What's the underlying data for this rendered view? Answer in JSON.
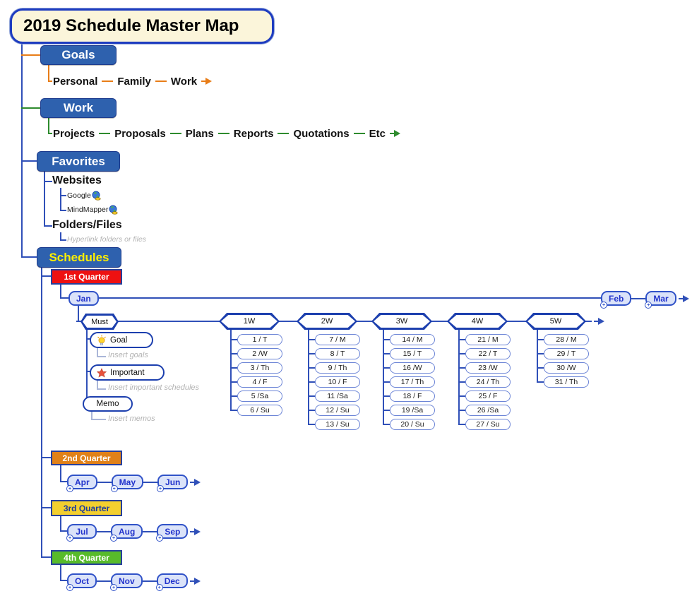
{
  "title": "2019 Schedule Master Map",
  "colors": {
    "branch_blue": "#2e61ae",
    "connector_blue": "#3050b8",
    "connector_orange": "#e87d18",
    "connector_green": "#2e8b2e",
    "month_fill": "#dbe3f9",
    "month_border": "#3052c8",
    "q1_red": "#ee1111",
    "q2_orange": "#e08119",
    "q3_yellow": "#f3cf2e",
    "q4_green": "#58bb2a",
    "title_fill": "#fbf5da",
    "schedules_text": "#ffef00"
  },
  "goals": {
    "label": "Goals",
    "children": [
      "Personal",
      "Family",
      "Work"
    ]
  },
  "work": {
    "label": "Work",
    "children": [
      "Projects",
      "Proposals",
      "Plans",
      "Reports",
      "Quotations",
      "Etc"
    ]
  },
  "favorites": {
    "label": "Favorites",
    "websites": {
      "label": "Websites",
      "links": [
        {
          "label": "Google",
          "icon": "globe-icon"
        },
        {
          "label": "MindMapper",
          "icon": "globe-icon"
        }
      ]
    },
    "folders": {
      "label": "Folders/Files",
      "hint": "Hyperlink folders or files"
    }
  },
  "schedules": {
    "label": "Schedules",
    "q1": {
      "label": "1st Quarter",
      "months": [
        "Jan",
        "Feb",
        "Mar"
      ],
      "must": {
        "label": "Must",
        "items": [
          {
            "label": "Goal",
            "icon": "lightbulb-icon",
            "hint": "Insert goals"
          },
          {
            "label": "Important",
            "icon": "star-icon",
            "hint": "Insert important schedules"
          },
          {
            "label": "Memo",
            "icon": "",
            "hint": "Insert memos"
          }
        ]
      },
      "weeks": [
        {
          "label": "1W",
          "days": [
            "1 / T",
            "2 /W",
            "3 / Th",
            "4 / F",
            "5 /Sa",
            "6 / Su"
          ]
        },
        {
          "label": "2W",
          "days": [
            "7 / M",
            "8 / T",
            "9 / Th",
            "10 / F",
            "11 /Sa",
            "12 / Su",
            "13 / Su"
          ]
        },
        {
          "label": "3W",
          "days": [
            "14 / M",
            "15 / T",
            "16 /W",
            "17 / Th",
            "18 / F",
            "19 /Sa",
            "20 / Su"
          ]
        },
        {
          "label": "4W",
          "days": [
            "21 / M",
            "22 / T",
            "23 /W",
            "24 / Th",
            "25 / F",
            "26 /Sa",
            "27 / Su"
          ]
        },
        {
          "label": "5W",
          "days": [
            "28 / M",
            "29 / T",
            "30 /W",
            "31 / Th"
          ]
        }
      ]
    },
    "q2": {
      "label": "2nd Quarter",
      "months": [
        "Apr",
        "May",
        "Jun"
      ]
    },
    "q3": {
      "label": "3rd Quarter",
      "months": [
        "Jul",
        "Aug",
        "Sep"
      ]
    },
    "q4": {
      "label": "4th Quarter",
      "months": [
        "Oct",
        "Nov",
        "Dec"
      ]
    }
  }
}
